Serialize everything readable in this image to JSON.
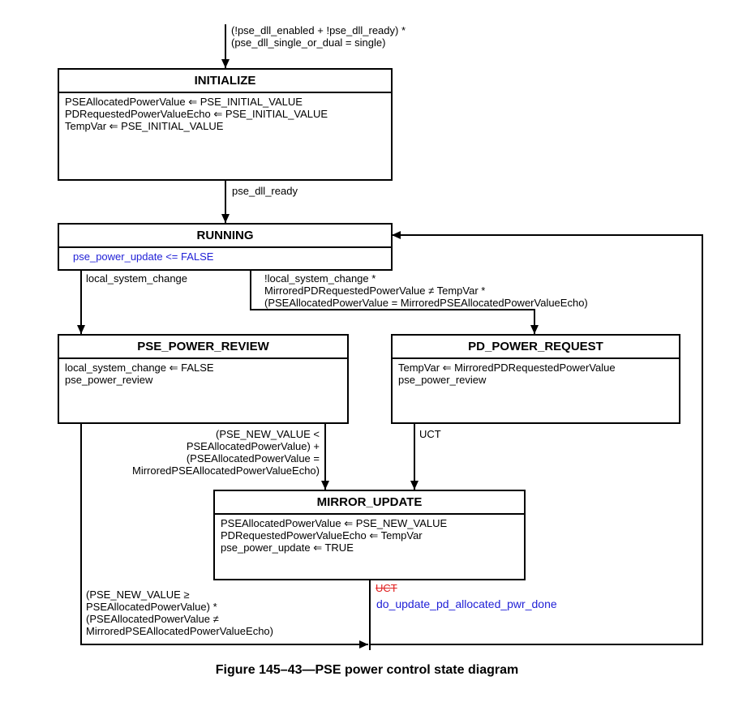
{
  "entry_condition": [
    "(!pse_dll_enabled + !pse_dll_ready) *",
    "(pse_dll_single_or_dual = single)"
  ],
  "states": {
    "initialize": {
      "title": "INITIALIZE",
      "actions": [
        "PSEAllocatedPowerValue ⇐ PSE_INITIAL_VALUE",
        "PDRequestedPowerValueEcho ⇐ PSE_INITIAL_VALUE",
        "TempVar ⇐ PSE_INITIAL_VALUE"
      ]
    },
    "running": {
      "title": "RUNNING",
      "actions": [
        "pse_power_update <= FALSE"
      ]
    },
    "pse_power_review": {
      "title": "PSE_POWER_REVIEW",
      "actions": [
        "local_system_change ⇐ FALSE",
        "pse_power_review"
      ]
    },
    "pd_power_request": {
      "title": "PD_POWER_REQUEST",
      "actions": [
        "TempVar ⇐ MirroredPDRequestedPowerValue",
        "pse_power_review"
      ]
    },
    "mirror_update": {
      "title": "MIRROR_UPDATE",
      "actions": [
        "PSEAllocatedPowerValue ⇐ PSE_NEW_VALUE",
        "PDRequestedPowerValueEcho ⇐ TempVar",
        "pse_power_update ⇐ TRUE"
      ]
    }
  },
  "transitions": {
    "init_to_running": "pse_dll_ready",
    "running_to_review": "local_system_change",
    "running_to_request": [
      "!local_system_change *",
      "MirroredPDRequestedPowerValue ≠ TempVar *",
      "(PSEAllocatedPowerValue = MirroredPSEAllocatedPowerValueEcho)"
    ],
    "review_to_mirror": [
      "(PSE_NEW_VALUE <",
      "PSEAllocatedPowerValue) +",
      "(PSEAllocatedPowerValue =",
      "MirroredPSEAllocatedPowerValueEcho)"
    ],
    "request_to_mirror": "UCT",
    "review_to_running": [
      "(PSE_NEW_VALUE ≥",
      "PSEAllocatedPowerValue) *",
      "(PSEAllocatedPowerValue ≠",
      "MirroredPSEAllocatedPowerValueEcho)"
    ],
    "mirror_to_running_struck": "UCT",
    "mirror_to_running": "do_update_pd_allocated_pwr_done"
  },
  "caption": "Figure 145–43—PSE power control state diagram",
  "colors": {
    "line": "#000000",
    "added_text": "#1f1fd6",
    "deleted_text": "#e02020"
  }
}
